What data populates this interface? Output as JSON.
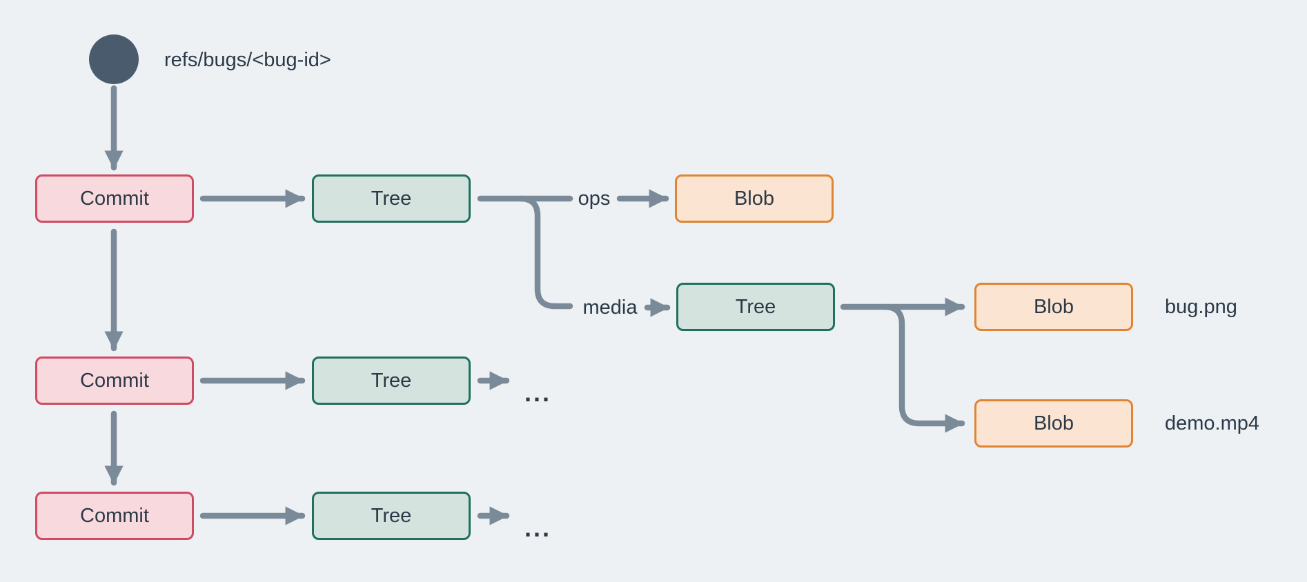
{
  "colors": {
    "bg": "#edf1f4",
    "line": "#7b8a99",
    "text": "#2b3947",
    "ref_dot": "#4a5b6d",
    "commit_fill": "#f8d9dd",
    "commit_border": "#cf4a62",
    "tree_fill": "#d4e3dd",
    "tree_border": "#1f705c",
    "blob_fill": "#fbe4d1",
    "blob_border": "#e08433"
  },
  "diagram": {
    "ref_label": "refs/bugs/<bug-id>",
    "nodes": {
      "commit1": "Commit",
      "commit2": "Commit",
      "commit3": "Commit",
      "tree_root": "Tree",
      "tree_mid": "Tree",
      "tree_bottom": "Tree",
      "tree_media": "Tree",
      "blob_ops": "Blob",
      "blob_bug": "Blob",
      "blob_demo": "Blob"
    },
    "edge_labels": {
      "ops": "ops",
      "media": "media"
    },
    "file_labels": {
      "bug": "bug.png",
      "demo": "demo.mp4"
    },
    "ellipsis": {
      "mid": "...",
      "bottom": "..."
    }
  }
}
